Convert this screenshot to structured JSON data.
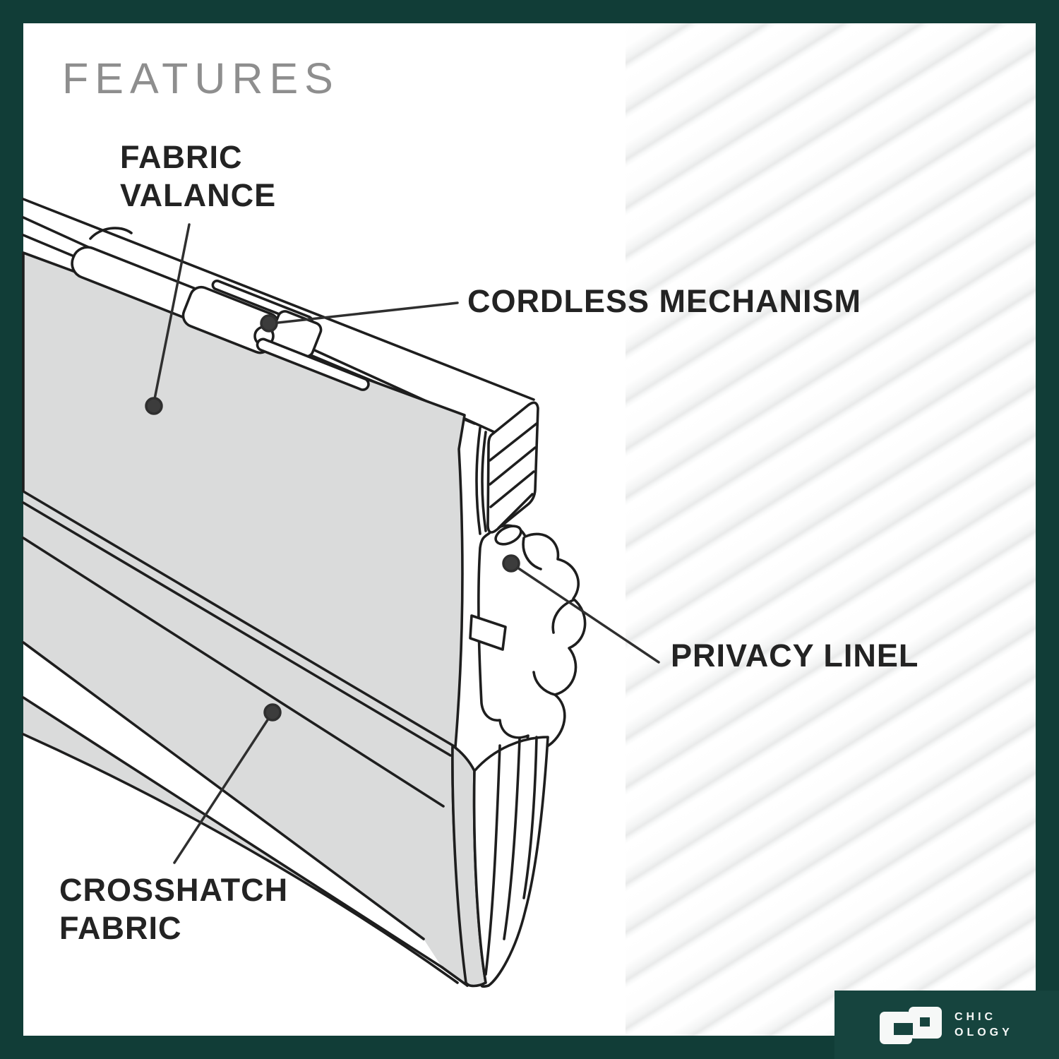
{
  "title": "FEATURES",
  "labels": {
    "fabric_valance": {
      "line1": "FABRIC",
      "line2": "VALANCE"
    },
    "cordless_mechanism": {
      "text": "CORDLESS MECHANISM"
    },
    "privacy_liner": {
      "text": "PRIVACY LINEL"
    },
    "crosshatch_fabric": {
      "line1": "CROSSHATCH",
      "line2": "FABRIC"
    }
  },
  "brand": {
    "name_line1": "CHIC",
    "name_line2": "OLOGY",
    "icon": "chicology-squares-monogram-icon"
  },
  "colors": {
    "frame_teal": "#113d37",
    "brand_tab_teal": "#16443e",
    "title_gray": "#8e8e8e",
    "label_ink": "#232323",
    "drawing_ink": "#1e1e1e",
    "fabric_gray": "#dadbdb"
  }
}
